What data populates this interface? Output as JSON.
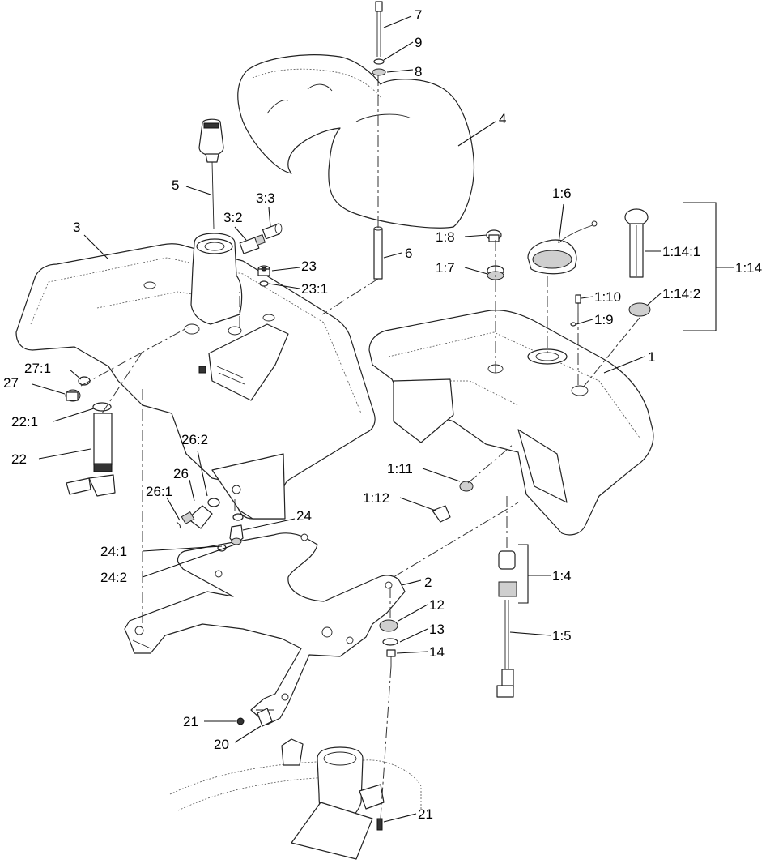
{
  "callouts": [
    {
      "id": "c1",
      "label": "1"
    },
    {
      "id": "c2",
      "label": "2"
    },
    {
      "id": "c3",
      "label": "3"
    },
    {
      "id": "c4",
      "label": "4"
    },
    {
      "id": "c5",
      "label": "5"
    },
    {
      "id": "c6",
      "label": "6"
    },
    {
      "id": "c7",
      "label": "7"
    },
    {
      "id": "c8",
      "label": "8"
    },
    {
      "id": "c9",
      "label": "9"
    },
    {
      "id": "c12",
      "label": "12"
    },
    {
      "id": "c13",
      "label": "13"
    },
    {
      "id": "c14",
      "label": "14"
    },
    {
      "id": "c20",
      "label": "20"
    },
    {
      "id": "c21a",
      "label": "21"
    },
    {
      "id": "c21b",
      "label": "21"
    },
    {
      "id": "c22",
      "label": "22"
    },
    {
      "id": "c22_1",
      "label": "22:1"
    },
    {
      "id": "c23",
      "label": "23"
    },
    {
      "id": "c23_1",
      "label": "23:1"
    },
    {
      "id": "c24",
      "label": "24"
    },
    {
      "id": "c24_1",
      "label": "24:1"
    },
    {
      "id": "c24_2",
      "label": "24:2"
    },
    {
      "id": "c26",
      "label": "26"
    },
    {
      "id": "c26_1",
      "label": "26:1"
    },
    {
      "id": "c26_2",
      "label": "26:2"
    },
    {
      "id": "c27",
      "label": "27"
    },
    {
      "id": "c27_1",
      "label": "27:1"
    },
    {
      "id": "c3_2",
      "label": "3:2"
    },
    {
      "id": "c3_3",
      "label": "3:3"
    },
    {
      "id": "c1_4",
      "label": "1:4"
    },
    {
      "id": "c1_5",
      "label": "1:5"
    },
    {
      "id": "c1_6",
      "label": "1:6"
    },
    {
      "id": "c1_7",
      "label": "1:7"
    },
    {
      "id": "c1_8",
      "label": "1:8"
    },
    {
      "id": "c1_9",
      "label": "1:9"
    },
    {
      "id": "c1_10",
      "label": "1:10"
    },
    {
      "id": "c1_11",
      "label": "1:11"
    },
    {
      "id": "c1_12",
      "label": "1:12"
    },
    {
      "id": "c1_14",
      "label": "1:14"
    },
    {
      "id": "c1_14_1",
      "label": "1:14:1"
    },
    {
      "id": "c1_14_2",
      "label": "1:14:2"
    }
  ]
}
